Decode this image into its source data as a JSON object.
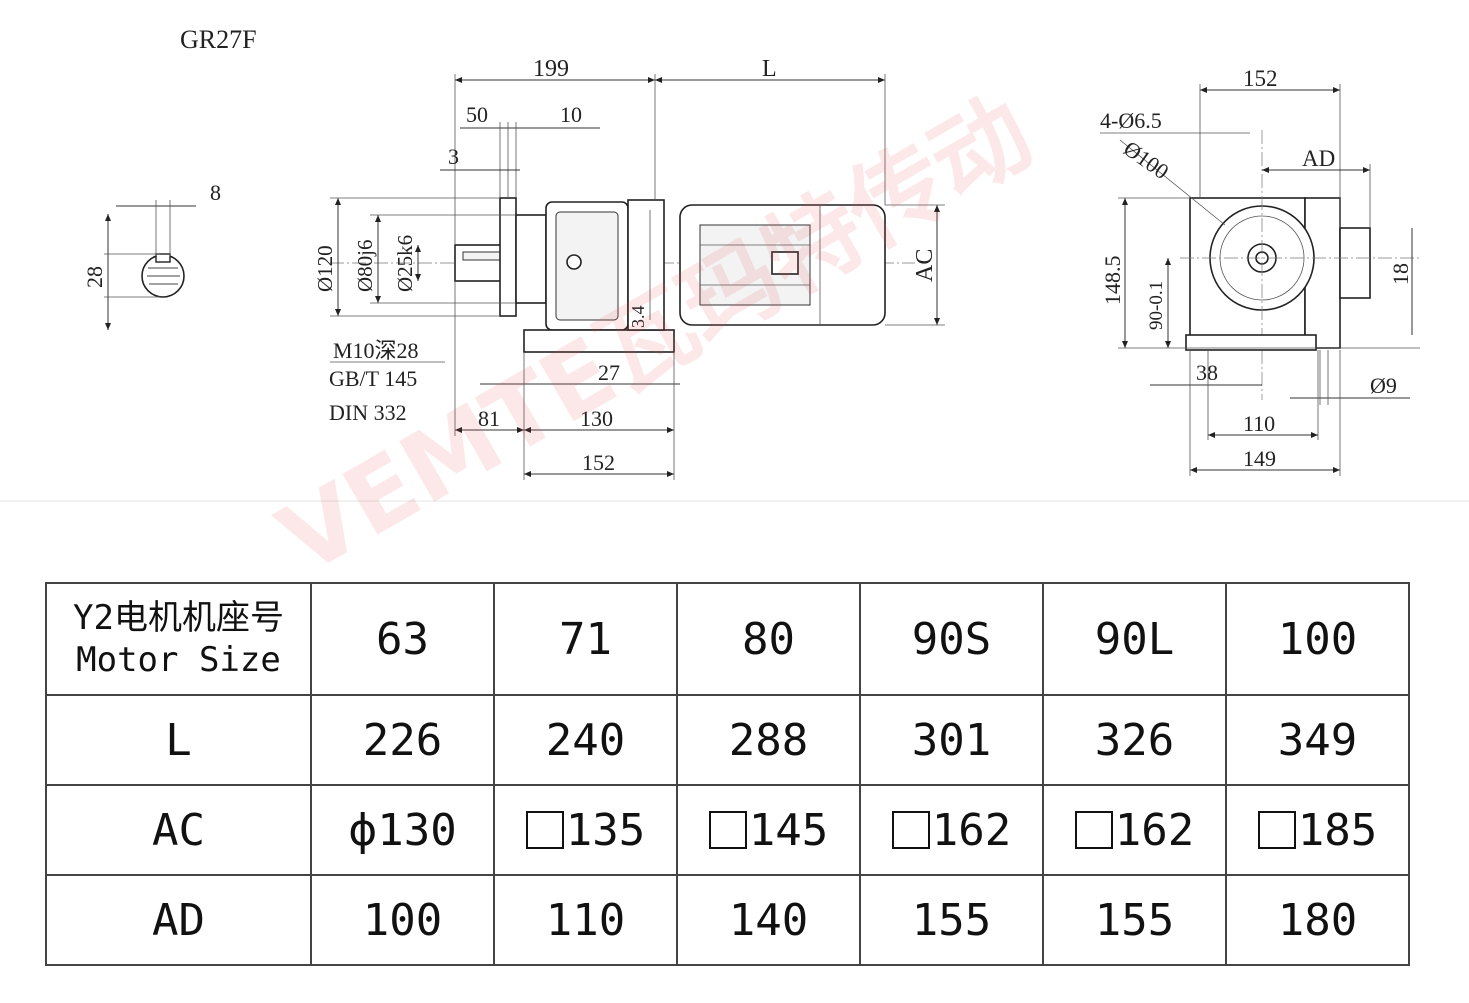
{
  "model": "GR27F",
  "shaft_section": {
    "key_width": "8",
    "height": "28"
  },
  "side_view": {
    "dims": {
      "d199": "199",
      "dL": "L",
      "d50": "50",
      "d10": "10",
      "d3": "3",
      "d120": "Ø120",
      "d80": "Ø80j6",
      "d25": "Ø25k6",
      "d34": "3.4",
      "dAC": "AC",
      "d27": "27",
      "d81": "81",
      "d130": "130",
      "d152b": "152"
    },
    "notes": [
      "M10深28",
      "GB/T 145",
      "DIN 332"
    ]
  },
  "end_view": {
    "dims": {
      "d152": "152",
      "hole": "4-Ø6.5",
      "pcd": "Ø100",
      "dAD": "AD",
      "d148": "148.5",
      "d90": "90-0.1",
      "d18": "18",
      "d38": "38",
      "d9": "Ø9",
      "d110": "110",
      "d149": "149"
    }
  },
  "watermark": "VEMTE瓦玛特传动",
  "table": {
    "header_cn": "Y2电机机座号",
    "header_en": "Motor Size",
    "sizes": [
      "63",
      "71",
      "80",
      "90S",
      "90L",
      "100"
    ],
    "rows": [
      {
        "label": "L",
        "values": [
          "226",
          "240",
          "288",
          "301",
          "326",
          "349"
        ]
      },
      {
        "label": "AC",
        "prefix": [
          "ϕ",
          "□",
          "□",
          "□",
          "□",
          "□"
        ],
        "values": [
          "130",
          "135",
          "145",
          "162",
          "162",
          "185"
        ]
      },
      {
        "label": "AD",
        "values": [
          "100",
          "110",
          "140",
          "155",
          "155",
          "180"
        ]
      }
    ]
  }
}
